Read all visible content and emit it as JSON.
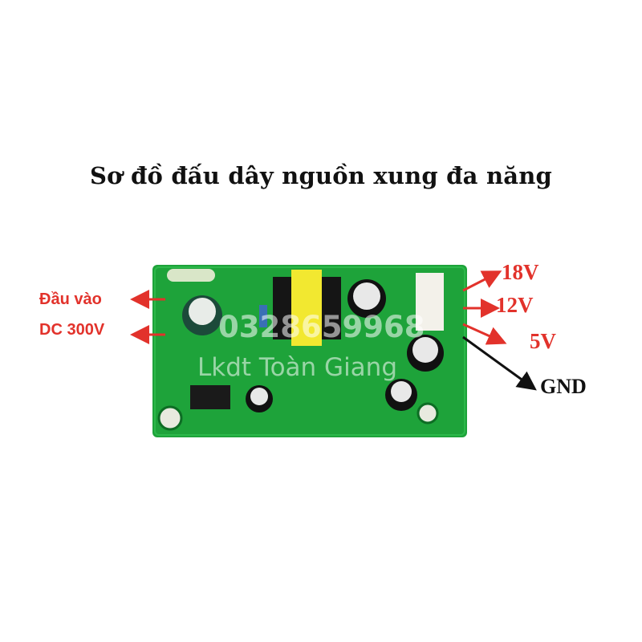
{
  "title": "Sơ đồ đấu dây nguồn xung đa năng",
  "input_labels": {
    "line1": "Đầu vào",
    "line2": "DC 300V"
  },
  "outputs": {
    "v18": "18V",
    "v12": "12V",
    "v5": "5V",
    "gnd": "GND"
  },
  "watermark": {
    "phone": "0328659968",
    "shop": "Lkdt Toàn Giang"
  },
  "colors": {
    "arrow_red": "#e2322b",
    "gnd_black": "#111111",
    "pcb_green": "#1ea33a"
  }
}
